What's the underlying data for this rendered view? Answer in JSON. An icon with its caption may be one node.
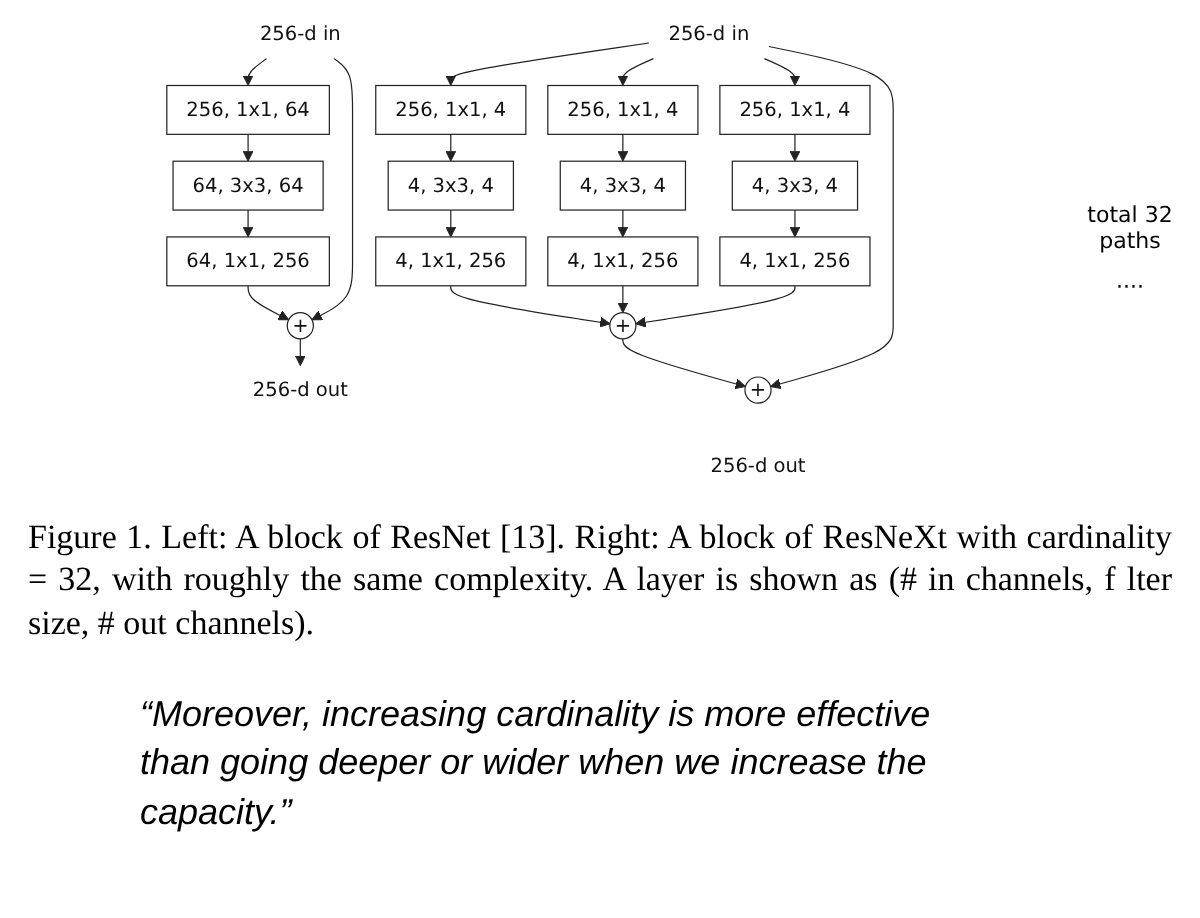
{
  "diagram": {
    "caption": "Figure 1. Left: A block of ResNet [13]. Right: A block of ResNeXt with cardinality = 32, with roughly the same complexity. A layer is shown as (# in channels, f lter size, # out channels).",
    "nodes": [
      {
        "text": [
          "256-d in"
        ]
      },
      {
        "text": [
          "256, 1x1, 64"
        ]
      },
      {
        "text": [
          "64, 3x3, 64"
        ]
      },
      {
        "text": [
          "64, 1x1, 256"
        ]
      },
      {
        "text": [
          "+"
        ]
      },
      {
        "text": [
          "256-d out"
        ]
      },
      {
        "text": [
          "256-d in"
        ]
      },
      {
        "text": [
          "256, 1x1, 4"
        ]
      },
      {
        "text": [
          "4, 3x3, 4"
        ]
      },
      {
        "text": [
          "4, 1x1, 256"
        ]
      },
      {
        "text": [
          "256, 1x1, 4"
        ]
      },
      {
        "text": [
          "4, 3x3, 4"
        ]
      },
      {
        "text": [
          "4, 1x1, 256"
        ]
      },
      {
        "text": [
          "256, 1x1, 4"
        ]
      },
      {
        "text": [
          "4, 3x3, 4"
        ]
      },
      {
        "text": [
          "4, 1x1, 256"
        ]
      },
      {
        "text": [
          "+"
        ]
      },
      {
        "text": [
          "+"
        ],
        "beside": [
          "256-d out"
        ]
      }
    ],
    "edges": [
      {
        "from": 0,
        "to": 1,
        "arrow": "to"
      },
      {
        "from": 1,
        "to": 2,
        "arrow": "to"
      },
      {
        "from": 2,
        "to": 3,
        "arrow": "to"
      },
      {
        "from": 3,
        "to": 4,
        "arrow": "to"
      },
      {
        "from": 0,
        "to": 4,
        "arrow": "to"
      },
      {
        "from": 4,
        "to": 5,
        "arrow": "to"
      },
      {
        "from": 6,
        "to": 7,
        "arrow": "to"
      },
      {
        "from": 6,
        "to": 10,
        "arrow": "to"
      },
      {
        "from": 6,
        "to": 13,
        "arrow": "to"
      },
      {
        "from": 7,
        "to": 8,
        "arrow": "to"
      },
      {
        "from": 8,
        "to": 9,
        "arrow": "to"
      },
      {
        "from": 10,
        "to": 11,
        "arrow": "to"
      },
      {
        "from": 11,
        "to": 12,
        "arrow": "to"
      },
      {
        "from": 13,
        "to": 14,
        "arrow": "to"
      },
      {
        "from": 14,
        "to": 15,
        "arrow": "to"
      },
      {
        "from": 9,
        "to": 16,
        "arrow": "to"
      },
      {
        "from": 12,
        "to": 16,
        "arrow": "to"
      },
      {
        "from": 15,
        "to": 16,
        "arrow": "to"
      },
      {
        "from": 16,
        "to": 17,
        "arrow": "to"
      },
      {
        "from": 6,
        "to": 17,
        "arrow": "to"
      }
    ],
    "labels": [
      "total 32 paths",
      "····",
      "“Moreover, increasing cardinality is more effective than going deeper or wider when we increase the capacity.”"
    ]
  }
}
